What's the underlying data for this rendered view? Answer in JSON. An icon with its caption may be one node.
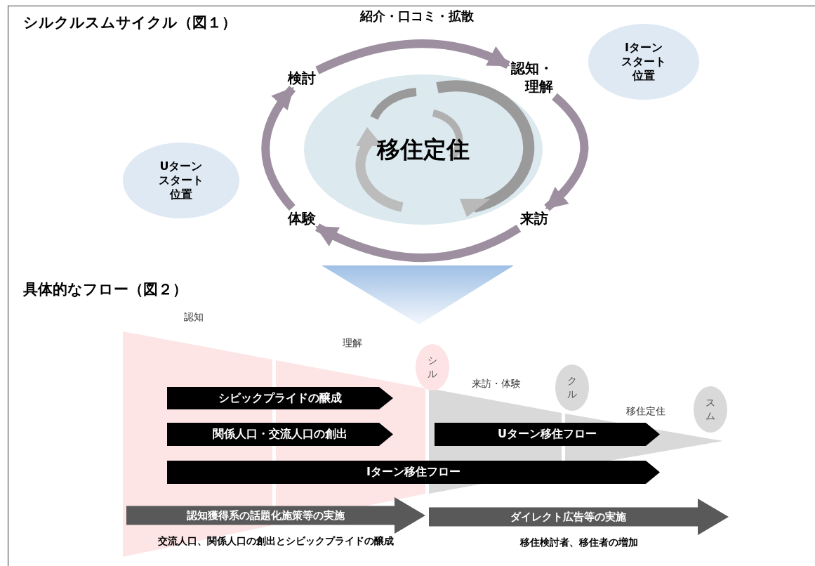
{
  "diagram": {
    "title": "シルクルスムサイクル（図１）",
    "nodes": [
      {
        "text": [
          "Iターンスタート位置"
        ]
      },
      {
        "text": [
          "検討"
        ]
      },
      {
        "text": [
          "認知・理解"
        ]
      },
      {
        "text": [
          "移住定住"
        ]
      },
      {
        "text": [
          "Uターンスタート位置"
        ]
      },
      {
        "text": [
          "体験"
        ]
      },
      {
        "text": [
          "来訪"
        ]
      },
      {
        "text": [
          "シル"
        ]
      },
      {
        "text": [
          "クル"
        ]
      },
      {
        "text": [
          "スム"
        ]
      },
      {
        "text": [
          "シビックプライドの醸成"
        ]
      },
      {
        "text": [
          "関係人口・交流人口の創出"
        ]
      },
      {
        "text": [
          "Uターン移住フロー"
        ]
      },
      {
        "text": [
          "Iターン移住フロー"
        ]
      },
      {
        "text": [
          "認知獲得系の話題化施策等の実施"
        ],
        "beside": [
          "交流人口、関係人口の創出とシビックプライドの醸成"
        ]
      },
      {
        "text": [
          "ダイレクト広告等の実施"
        ],
        "beside": [
          "移住検討者、移住者の増加"
        ]
      }
    ],
    "edges": [
      {
        "from": 1,
        "to": 2,
        "arrow": "to",
        "label": "紹介・口コミ・拡散"
      },
      {
        "from": 2,
        "to": 6,
        "arrow": "to"
      },
      {
        "from": 6,
        "to": 5,
        "arrow": "to"
      },
      {
        "from": 5,
        "to": 1,
        "arrow": "to"
      }
    ],
    "labels": [
      "具体的なフロー（図２）",
      "認知",
      "理解",
      "来訪・体験",
      "移住定住"
    ]
  }
}
